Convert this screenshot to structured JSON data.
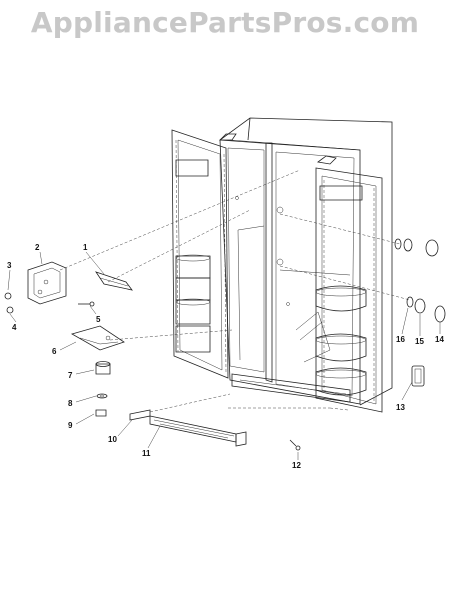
{
  "watermark": "AppliancePartsPros.com",
  "colors": {
    "watermark": "#c8c8c8",
    "lines": "#222222",
    "background": "#ffffff"
  },
  "callouts": {
    "c1": "1",
    "c2": "2",
    "c3": "3",
    "c4": "4",
    "c5": "5",
    "c6": "6",
    "c7": "7",
    "c8": "8",
    "c9": "9",
    "c10": "10",
    "c11": "11",
    "c12": "12",
    "c13": "13",
    "c14": "14",
    "c15": "15",
    "c16": "16"
  }
}
